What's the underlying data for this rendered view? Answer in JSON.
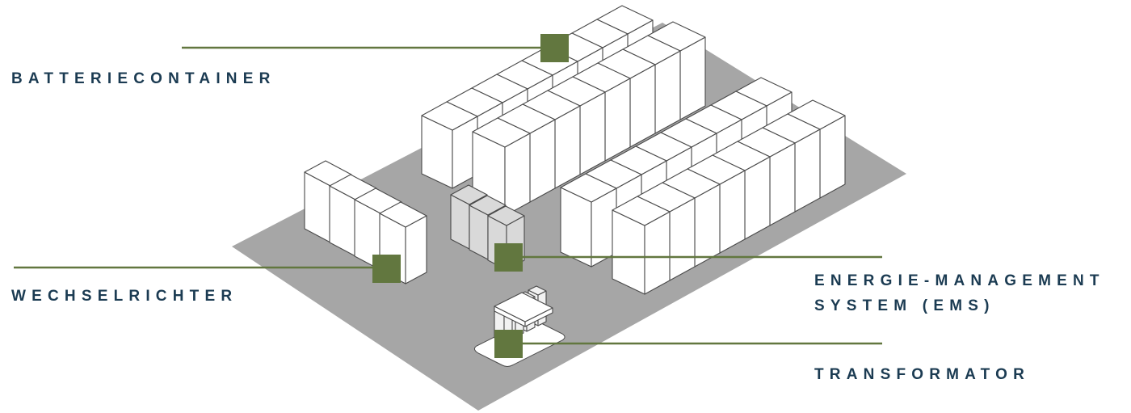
{
  "colors": {
    "accent": "#62773f",
    "label": "#1b3b52",
    "ground": "#a6a6a6",
    "container": "#ffffff",
    "ems": "#d9d9d9"
  },
  "labels": {
    "battery": "BATTERIECONTAINER",
    "inverter": "WECHSELRICHTER",
    "ems_line1": "ENERGIE-MANAGEMENT",
    "ems_line2": "SYSTEM (EMS)",
    "transformer": "TRANSFORMATOR"
  }
}
